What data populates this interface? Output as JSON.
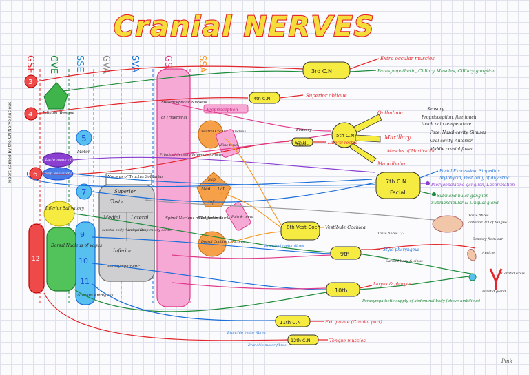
{
  "title": "Cranial NERVES",
  "columns": {
    "gse": "GSE",
    "gve": "GVE",
    "sse": "SSE",
    "gva": "GVA",
    "sva": "SVA",
    "gsa": "GSA",
    "ssa": "SSA"
  },
  "side_label": "Fibers carried by the CN Nerve nucleus",
  "nuclei": {
    "n3": "3",
    "n4": "4",
    "n6": "6",
    "n5": "5",
    "n7": "7",
    "n9": "9",
    "n10": "10",
    "n11": "11",
    "n12": "12",
    "edinger": "Edinger Westpal",
    "motor": "Motor",
    "lacrimal": "Lachrimatory Nucleus",
    "supsal": "Sup. salivatory nucleus",
    "infsal": "Inferior Salivatory",
    "dorsal": "Dorsal Nucleus of vagus",
    "ambiguus": "Nucleus Ambiguus",
    "solitarius": "Nucleus of Tractus Solitarius",
    "superior": "Superior",
    "taste": "Taste",
    "medial": "Medial",
    "lateral": "Lateral",
    "carotid": "carotid body Aortic sinus",
    "lungs": "Lungs Respiratory center",
    "inferior": "Inferior",
    "parasymp": "Parasympathetic",
    "mesen": "Mesencephalic Nucleus",
    "trig1": "of Trigeminal",
    "prop": "Proprioception",
    "principal": "Principal Sensory Trigeminal Nucleus",
    "spinal": "Spinal Nucleus of Trigeminal",
    "ventral": "Ventral Cochlear Nucleus",
    "finetouch": "Fine touch",
    "vsup": "sup",
    "vmed": "Med",
    "vlat": "Lat",
    "vinf": "Inf",
    "vestnuc": "Vestibular Nucleus",
    "dorsalcoch": "Dorsal Cochlear Nucleus",
    "paintemp": "Pain & temp"
  },
  "nerves": {
    "cn3": "3rd C.N",
    "cn4": "4th C.N",
    "cn5": "5th C.N",
    "cn6": "6th N",
    "cn7": "7th C.N",
    "facial": "Facial",
    "cn8": "8th Vest-Coch",
    "cn9": "9th",
    "cn10": "10th",
    "cn11": "11th C.N",
    "cn12": "12th C.N"
  },
  "labels": {
    "extraocular": "Extra occular muscles",
    "parasymp3": "Parasympathetic, Cilliary Muscles, Cilliary ganglion",
    "supobl": "Superior oblique",
    "sensory": "Sensory",
    "motor5": "Motor",
    "opth": "Opthalmic",
    "maxillary": "Maxillary",
    "mastication": "Muscles of Mastication",
    "mandibular": "Mandibular",
    "sens_list": [
      "Sensory",
      "Proprioception, fine touch",
      "touch pain temperature",
      "Face, Nasal cavity, Sinuses",
      "Oral cavity, Anterior",
      "Middle cranial fossa"
    ],
    "latrect": "Lateral rectus",
    "facial_list": [
      "Facial Expression, Stapedius",
      "Mylohyoid, Post belly of digastric",
      "Pterygopalatine ganglion, Lachrimation"
    ],
    "submand": [
      "Submandibular ganglion",
      "Submandibular & Lingual gland"
    ],
    "vestcoch": "Vestibule Cochlea",
    "tastefib": "Taste fibres",
    "tastefib2": "anterior 2/3 of tongue",
    "chordafib": "Taste fibres 1/3",
    "branchial": "Branchial motor fibres",
    "stylo": "Stylo pharyngeus",
    "carotidbody": "Carotid body & sinus",
    "extear": "Sensory from ear",
    "auricle": "Auricle",
    "carotidsinus": "Carotid sinus",
    "parotid": "Parotid gland",
    "larynx": "Larynx & pharynx",
    "parasymp10": "Parasympathetic supply of abdominal body (above umbilicus)",
    "bm11": "Branchio motor fibres",
    "ext11": "Ext. palate (Cranial part)",
    "bm12": "Branchio motor fibres",
    "tongue": "Tongue muscles",
    "signature": "Pink"
  }
}
